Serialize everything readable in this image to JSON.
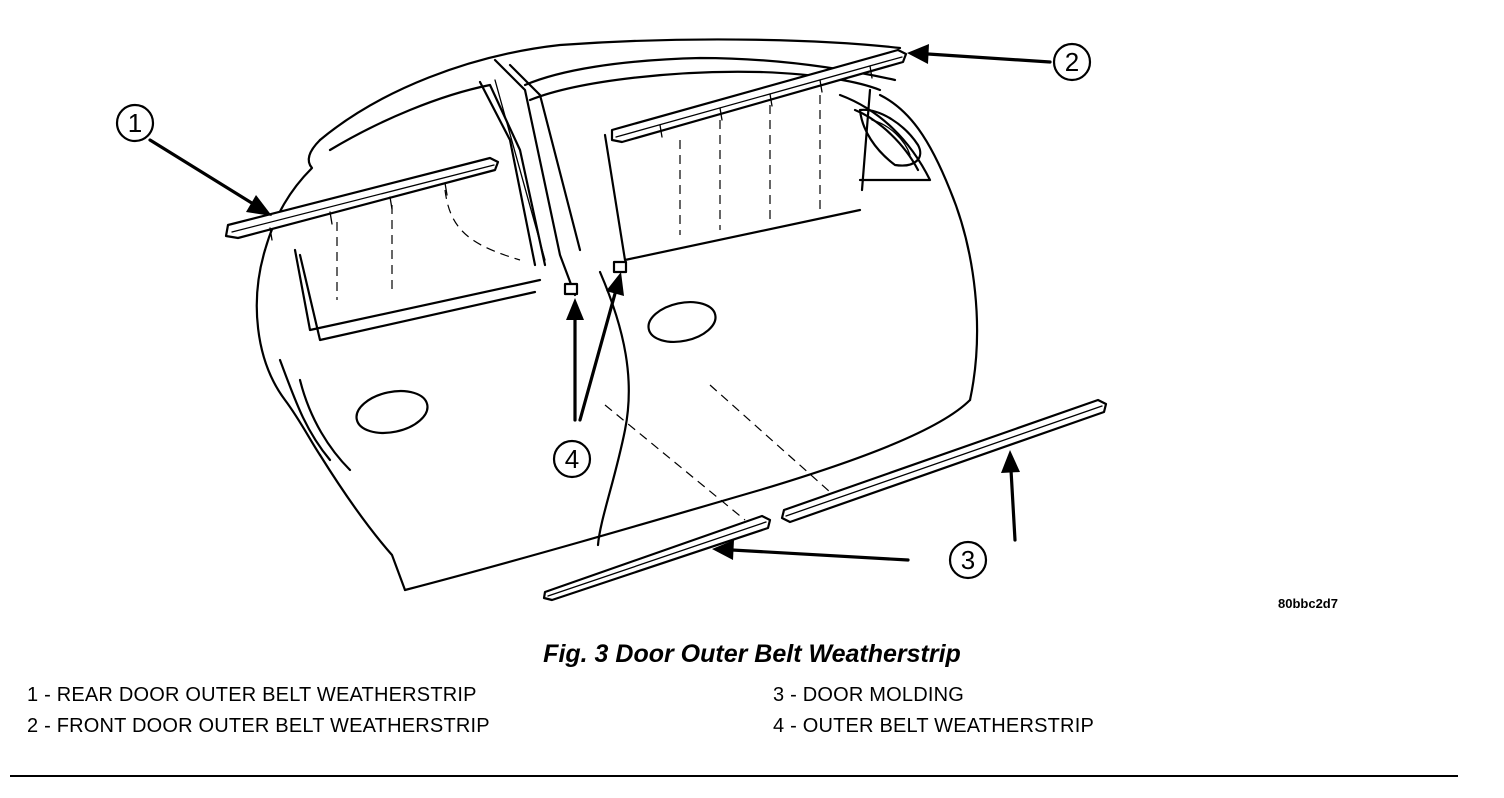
{
  "figure": {
    "callouts": [
      "1",
      "2",
      "3",
      "4"
    ],
    "image_code": "80bbc2d7"
  },
  "caption": "Fig. 3 Door Outer Belt Weatherstrip",
  "legend": [
    {
      "text": "1 - REAR DOOR OUTER BELT WEATHERSTRIP"
    },
    {
      "text": "2 - FRONT DOOR OUTER BELT WEATHERSTRIP"
    },
    {
      "text": "3 - DOOR MOLDING"
    },
    {
      "text": "4 - OUTER BELT WEATHERSTRIP"
    }
  ]
}
